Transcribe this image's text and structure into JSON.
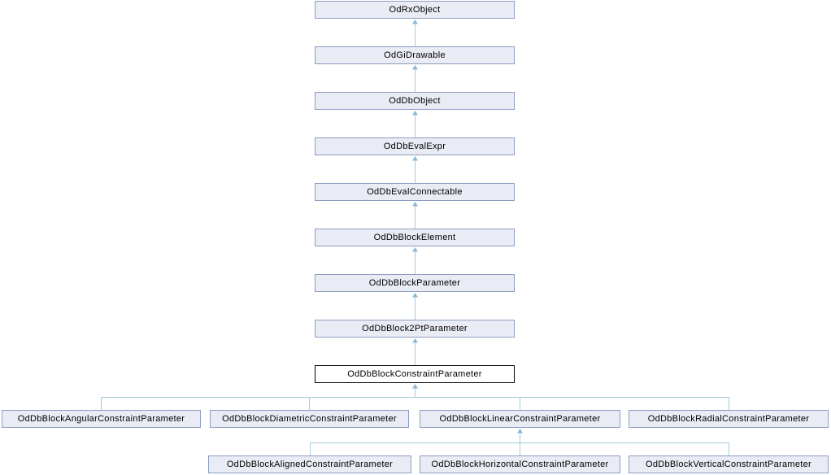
{
  "diagram": {
    "type": "class-inheritance-graph",
    "chain": [
      {
        "label": "OdRxObject",
        "highlighted": false
      },
      {
        "label": "OdGiDrawable",
        "highlighted": false
      },
      {
        "label": "OdDbObject",
        "highlighted": false
      },
      {
        "label": "OdDbEvalExpr",
        "highlighted": false
      },
      {
        "label": "OdDbEvalConnectable",
        "highlighted": false
      },
      {
        "label": "OdDbBlockElement",
        "highlighted": false
      },
      {
        "label": "OdDbBlockParameter",
        "highlighted": false
      },
      {
        "label": "OdDbBlock2PtParameter",
        "highlighted": false
      },
      {
        "label": "OdDbBlockConstraintParameter",
        "highlighted": true
      }
    ],
    "current_class": "OdDbBlockConstraintParameter",
    "children": [
      "OdDbBlockAngularConstraintParameter",
      "OdDbBlockDiametricConstraintParameter",
      "OdDbBlockLinearConstraintParameter",
      "OdDbBlockRadialConstraintParameter"
    ],
    "grandchildren_parent": "OdDbBlockLinearConstraintParameter",
    "grandchildren": [
      "OdDbBlockAlignedConstraintParameter",
      "OdDbBlockHorizontalConstraintParameter",
      "OdDbBlockVerticalConstraintParameter"
    ],
    "colors": {
      "node_fill": "#e9ecf4",
      "node_border": "#8d9dc1",
      "highlight_fill": "#ffffff",
      "highlight_border": "#000000",
      "connector_line": "#a5cade",
      "connector_arrow": "#8ab9d9",
      "text": "#000000",
      "background": "#ffffff"
    }
  }
}
